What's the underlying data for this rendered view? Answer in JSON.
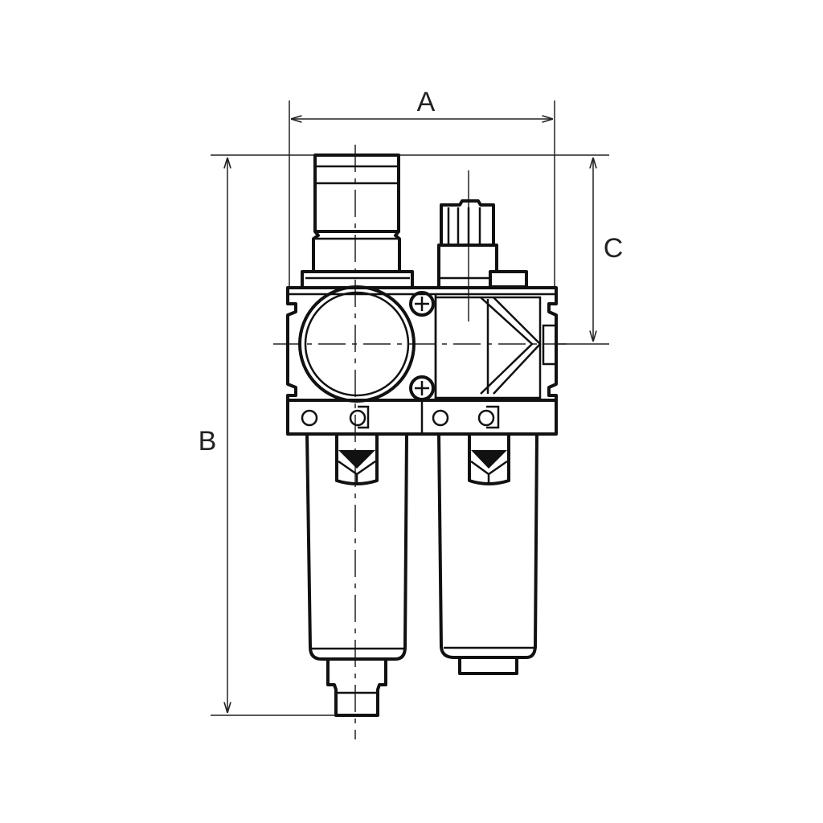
{
  "dimensions": {
    "a_label": "A",
    "b_label": "B",
    "c_label": "C"
  },
  "colors": {
    "line": "#111111",
    "background": "#ffffff"
  }
}
